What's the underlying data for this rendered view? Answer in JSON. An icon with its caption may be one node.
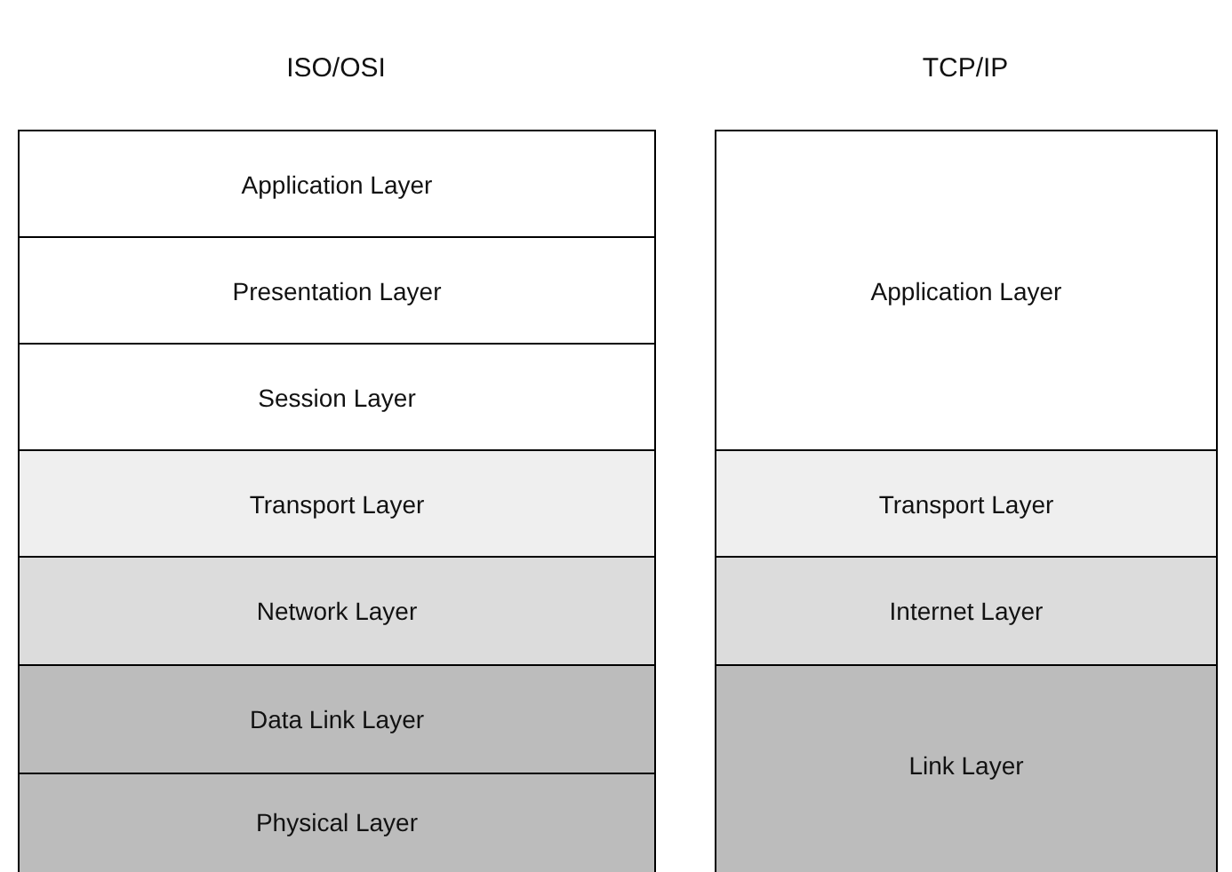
{
  "diagram": {
    "nodes": [
      {
        "text": [
          "Application Layer"
        ]
      },
      {
        "text": [
          "Presentation Layer"
        ]
      },
      {
        "text": [
          "Session Layer"
        ]
      },
      {
        "text": [
          "Transport Layer"
        ]
      },
      {
        "text": [
          "Network Layer"
        ]
      },
      {
        "text": [
          "Data Link Layer"
        ]
      },
      {
        "text": [
          "Physical Layer"
        ]
      },
      {
        "text": [
          "Application Layer"
        ]
      },
      {
        "text": [
          "Transport Layer"
        ]
      },
      {
        "text": [
          "Internet Layer"
        ]
      },
      {
        "text": [
          "Link Layer"
        ]
      }
    ],
    "labels": [
      "ISO/OSI",
      "TCP/IP"
    ]
  }
}
